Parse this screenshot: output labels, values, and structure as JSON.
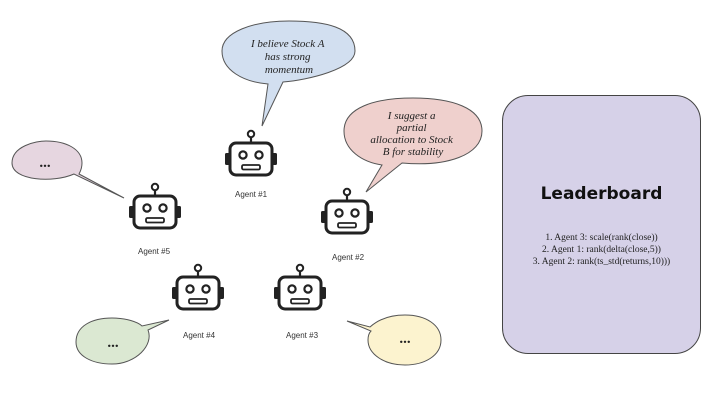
{
  "agents": [
    {
      "label": "Agent #1"
    },
    {
      "label": "Agent #2"
    },
    {
      "label": "Agent #3"
    },
    {
      "label": "Agent #4"
    },
    {
      "label": "Agent #5"
    }
  ],
  "bubbles": {
    "agent1": {
      "lines": [
        "I  believe Stock A",
        "has strong",
        "momentum"
      ],
      "color": "#d2dff0"
    },
    "agent2": {
      "lines": [
        "I suggest a",
        "partial",
        "allocation to Stock",
        "B for stability"
      ],
      "color": "#efd0cd"
    },
    "agent3": {
      "text": "...",
      "color": "#fcf3cf"
    },
    "agent4": {
      "text": "...",
      "color": "#dbe8d2"
    },
    "agent5": {
      "text": "...",
      "color": "#e6d6e0"
    }
  },
  "leaderboard": {
    "title": "Leaderboard",
    "entries": [
      "1. Agent 3: scale(rank(close))",
      "2. Agent 1: rank(delta(close,5))",
      "3. Agent 2: rank(ts_std(returns,10)))"
    ],
    "background": "#d6d1e8"
  },
  "icons": {
    "robot": "robot-icon"
  }
}
